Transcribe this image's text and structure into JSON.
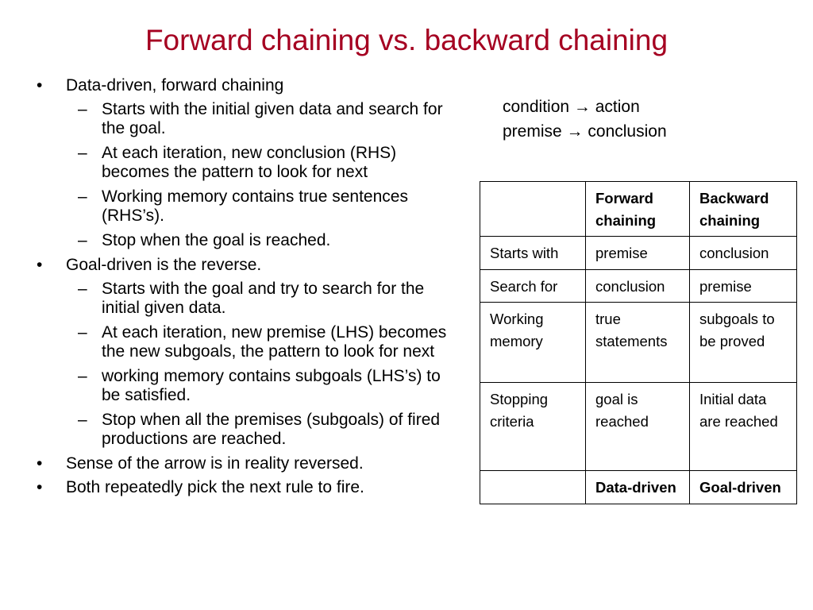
{
  "slide": {
    "title": "Forward chaining vs. backward chaining"
  },
  "bullets": [
    {
      "text": "Data-driven, forward chaining",
      "sub": [
        "Starts with the initial given data and search for the goal.",
        "At each iteration, new conclusion (RHS) becomes the pattern to look for next",
        "Working memory contains true sentences (RHS’s).",
        "Stop when the goal is reached."
      ]
    },
    {
      "text": "Goal-driven is the reverse.",
      "sub": [
        "Starts with the goal and try to search for the initial given data.",
        "At each iteration, new premise (LHS) becomes the new subgoals, the pattern to look for next",
        "working memory contains subgoals (LHS’s) to be satisfied.",
        "Stop when all the premises (subgoals) of fired productions are reached."
      ]
    },
    {
      "text": "Sense of the arrow is in reality reversed.",
      "sub": []
    },
    {
      "text": "Both repeatedly pick the next rule to fire.",
      "sub": []
    }
  ],
  "rules": [
    {
      "left": "condition",
      "arrow": "→",
      "right": "action"
    },
    {
      "left": "premise",
      "arrow": "→",
      "right": "conclusion"
    }
  ],
  "table": {
    "headers": [
      "",
      "Forward chaining",
      "Backward chaining"
    ],
    "rows": [
      [
        "Starts with",
        "premise",
        "conclusion"
      ],
      [
        "Search for",
        "conclusion",
        "premise"
      ],
      [
        "Working memory",
        "true statements",
        "subgoals to be proved"
      ],
      [
        "Stopping criteria",
        "goal is reached",
        "Initial data are reached"
      ],
      [
        "",
        "Data-driven",
        "Goal-driven"
      ]
    ]
  }
}
